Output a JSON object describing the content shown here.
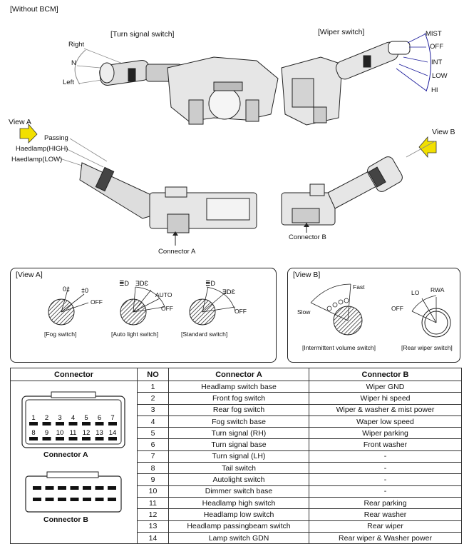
{
  "header": {
    "variant": "[Without BCM]"
  },
  "top": {
    "turn_signal_title": "[Turn signal switch]",
    "wiper_title": "[Wiper switch]",
    "turn_positions": [
      "Right",
      "N",
      "Left"
    ],
    "wiper_positions": [
      "MIST",
      "OFF",
      "INT",
      "LOW",
      "HI"
    ]
  },
  "middle": {
    "view_a": "View A",
    "view_b": "View B",
    "positions": [
      "Passing",
      "Haedlamp(HIGH)",
      "Haedlamp(LOW)"
    ],
    "connector_a": "Connector A",
    "connector_b": "Connector B"
  },
  "view_a_panel": {
    "title": "[View A]",
    "fog": {
      "off": "OFF",
      "caption": "[Fog switch]"
    },
    "auto": {
      "auto": "AUTO",
      "off": "OFF",
      "caption": "[Auto light switch]"
    },
    "standard": {
      "off": "OFF",
      "caption": "[Standard switch]"
    }
  },
  "view_b_panel": {
    "title": "[View B]",
    "intermittent": {
      "fast": "Fast",
      "slow": "Slow",
      "caption": "[Intermittent volume switch]"
    },
    "rear": {
      "lo": "LO",
      "rwa": "RWA",
      "off": "OFF",
      "caption": "[Rear wiper switch]"
    }
  },
  "table": {
    "headers": [
      "Connector",
      "NO",
      "Connector A",
      "Connector B"
    ],
    "rows": [
      {
        "no": "1",
        "a": "Headlamp switch base",
        "b": "Wiper GND"
      },
      {
        "no": "2",
        "a": "Front fog switch",
        "b": "Wiper hi speed"
      },
      {
        "no": "3",
        "a": "Rear fog switch",
        "b": "Wiper & washer & mist power"
      },
      {
        "no": "4",
        "a": "Fog switch base",
        "b": "Waper low speed"
      },
      {
        "no": "5",
        "a": "Turn signal (RH)",
        "b": "Wiper parking"
      },
      {
        "no": "6",
        "a": "Turn signal base",
        "b": "Front washer"
      },
      {
        "no": "7",
        "a": "Turn signal (LH)",
        "b": "-"
      },
      {
        "no": "8",
        "a": "Tail switch",
        "b": "-"
      },
      {
        "no": "9",
        "a": "Autolight switch",
        "b": "-"
      },
      {
        "no": "10",
        "a": "Dimmer switch base",
        "b": "-"
      },
      {
        "no": "11",
        "a": "Headlamp high switch",
        "b": "Rear parking"
      },
      {
        "no": "12",
        "a": "Headlamp low switch",
        "b": "Rear washer"
      },
      {
        "no": "13",
        "a": "Headlamp passingbeam switch",
        "b": "Rear wiper"
      },
      {
        "no": "14",
        "a": "Lamp switch GDN",
        "b": "Rear wiper & Washer power"
      }
    ],
    "connector_a_label": "Connector A",
    "connector_b_label": "Connector B",
    "connector_a_pins_top": [
      "1",
      "2",
      "3",
      "4",
      "5",
      "6",
      "7"
    ],
    "connector_a_pins_bottom": [
      "8",
      "9",
      "10",
      "11",
      "12",
      "13",
      "14"
    ]
  }
}
